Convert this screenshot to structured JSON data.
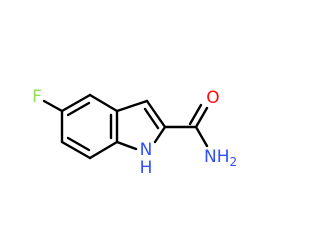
{
  "molecule": {
    "atoms": {
      "fluorine": {
        "symbol": "F",
        "color": "#90e050"
      },
      "oxygen": {
        "symbol": "O",
        "color": "#ff0d0d"
      },
      "amide_nitrogen": {
        "symbol": "NH",
        "subscript": "2",
        "color": "#3050f8"
      },
      "ring_nitrogen": {
        "symbol": "N",
        "hydrogen": "H",
        "color": "#3050f8"
      }
    },
    "bond_color": "#000000"
  }
}
